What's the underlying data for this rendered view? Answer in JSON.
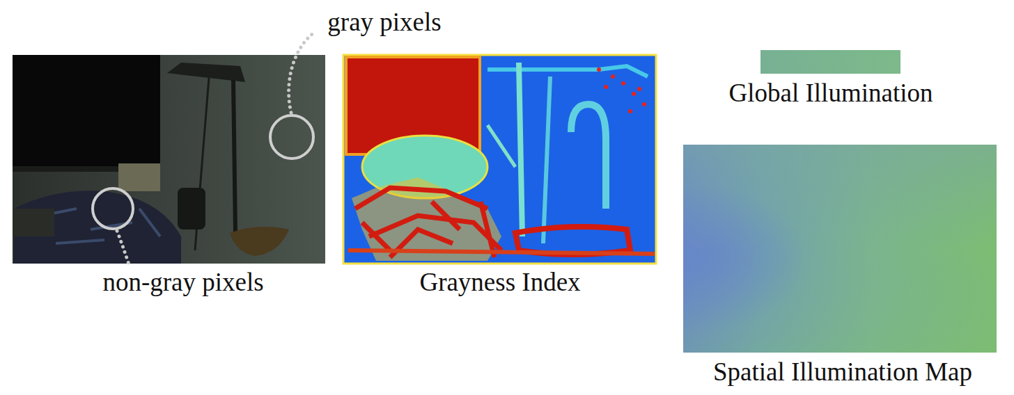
{
  "diagram": {
    "labels": [
      "gray pixels",
      "non-gray pixels",
      "Grayness Index",
      "Global Illumination",
      "Spatial Illumination Map"
    ]
  }
}
